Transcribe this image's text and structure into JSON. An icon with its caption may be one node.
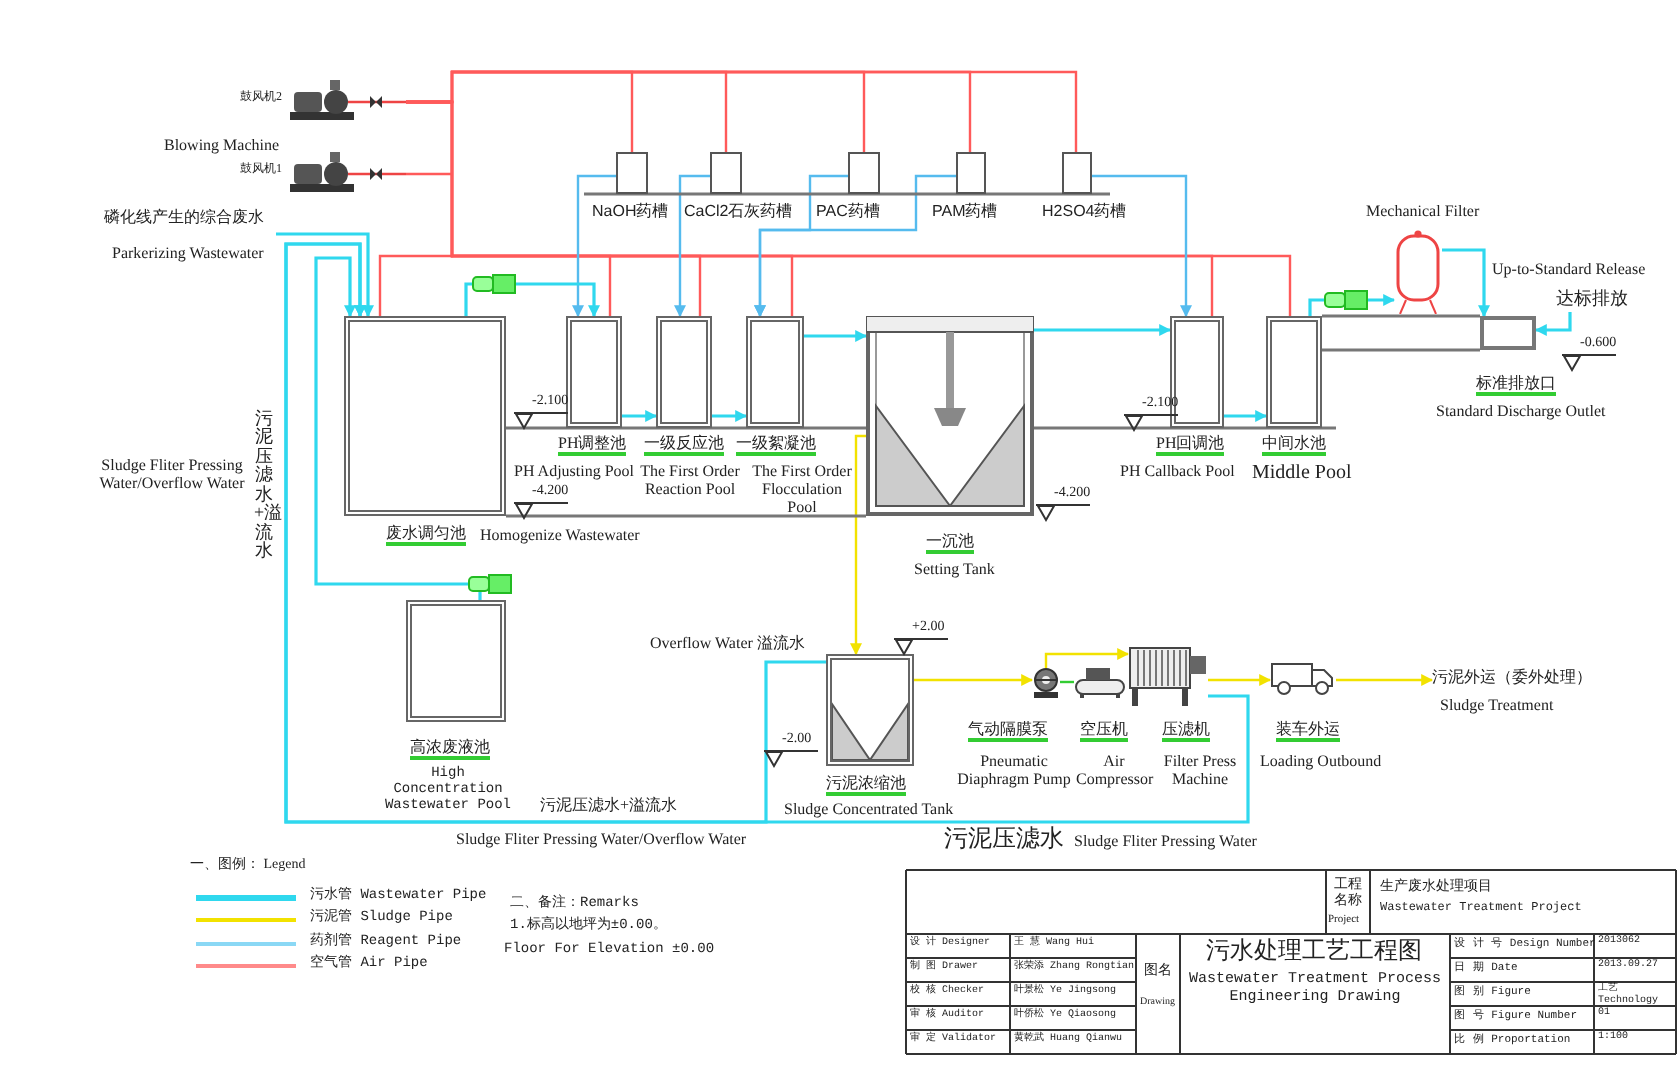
{
  "diagram": {
    "nodes": [
      {
        "text": [],
        "shape": "picture",
        "beside": [
          "Blowing Machine",
          "鼓风机2",
          "鼓风机1"
        ]
      },
      {
        "text": [],
        "shape": "box",
        "beside": [
          "NaOH药槽"
        ]
      },
      {
        "text": [],
        "shape": "box",
        "beside": [
          "CaCl2石灰药槽"
        ]
      },
      {
        "text": [],
        "shape": "box",
        "beside": [
          "PAC药槽"
        ]
      },
      {
        "text": [],
        "shape": "box",
        "beside": [
          "PAM药槽"
        ]
      },
      {
        "text": [],
        "shape": "box",
        "beside": [
          "H2SO4药槽"
        ]
      },
      {
        "text": [],
        "shape": "box",
        "beside": [
          "废水调匀池",
          "Homogenize Wastewater"
        ]
      },
      {
        "text": [],
        "shape": "box",
        "beside": [
          "PH调整池",
          "PH Adjusting Pool"
        ]
      },
      {
        "text": [],
        "shape": "box",
        "beside": [
          "一级反应池",
          "The First Order Reaction Pool"
        ]
      },
      {
        "text": [],
        "shape": "box",
        "beside": [
          "一级絮凝池",
          "The First Order Flocculation Pool"
        ]
      },
      {
        "text": [],
        "shape": "picture",
        "beside": [
          "一沉池",
          "Setting Tank"
        ]
      },
      {
        "text": [],
        "shape": "box",
        "beside": [
          "PH回调池",
          "PH Callback Pool"
        ]
      },
      {
        "text": [],
        "shape": "box",
        "beside": [
          "中间水池",
          "Middle Pool"
        ]
      },
      {
        "text": [],
        "shape": "cylinder",
        "beside": [
          "Mechanical Filter"
        ]
      },
      {
        "text": [],
        "shape": "box",
        "beside": [
          "标准排放口",
          "Standard Discharge Outlet"
        ]
      },
      {
        "text": [],
        "shape": "box",
        "beside": [
          "高浓废液池",
          "High Concentration Wastewater Pool"
        ]
      },
      {
        "text": [],
        "shape": "box",
        "beside": [
          "污泥浓缩池",
          "Sludge Concentrated Tank"
        ]
      },
      {
        "text": [],
        "shape": "picture",
        "beside": [
          "气动隔膜泵",
          "Pneumatic Diaphragm Pump"
        ]
      },
      {
        "text": [],
        "shape": "picture",
        "beside": [
          "空压机",
          "Air Compressor"
        ]
      },
      {
        "text": [],
        "shape": "picture",
        "beside": [
          "压滤机",
          "Filter Press Machine"
        ]
      },
      {
        "text": [],
        "shape": "picture",
        "beside": [
          "装车外运",
          "Loading Outbound"
        ]
      },
      {
        "text": [
          "污泥外运（委外处理）",
          "Sludge Treatment"
        ]
      },
      {
        "text": [
          "磷化线产生的综合废水",
          "Parkerizing Wastewater"
        ]
      },
      {
        "text": [
          "Up-to-Standard Release",
          "达标排放"
        ]
      }
    ],
    "edges": [
      {
        "from": 22,
        "to": 6,
        "arrow": "to"
      },
      {
        "from": 0,
        "to": 1,
        "arrow": "none",
        "color": "#ff5a5a"
      },
      {
        "from": 0,
        "to": 2,
        "arrow": "none",
        "color": "#ff5a5a"
      },
      {
        "from": 0,
        "to": 3,
        "arrow": "none",
        "color": "#ff5a5a"
      },
      {
        "from": 0,
        "to": 4,
        "arrow": "none",
        "color": "#ff5a5a"
      },
      {
        "from": 0,
        "to": 5,
        "arrow": "none",
        "color": "#ff5a5a"
      },
      {
        "from": 0,
        "to": 6,
        "arrow": "none",
        "color": "#ff5a5a"
      },
      {
        "from": 0,
        "to": 7,
        "arrow": "none",
        "color": "#ff5a5a"
      },
      {
        "from": 0,
        "to": 8,
        "arrow": "none",
        "color": "#ff5a5a"
      },
      {
        "from": 0,
        "to": 9,
        "arrow": "none",
        "color": "#ff5a5a"
      },
      {
        "from": 0,
        "to": 11,
        "arrow": "none",
        "color": "#ff5a5a"
      },
      {
        "from": 0,
        "to": 12,
        "arrow": "none",
        "color": "#ff5a5a"
      },
      {
        "from": 1,
        "to": 7,
        "arrow": "to",
        "color": "#55bbee"
      },
      {
        "from": 2,
        "to": 8,
        "arrow": "to",
        "color": "#55bbee"
      },
      {
        "from": 3,
        "to": 9,
        "arrow": "to",
        "color": "#55bbee"
      },
      {
        "from": 4,
        "to": 9,
        "arrow": "to",
        "color": "#55bbee"
      },
      {
        "from": 5,
        "to": 11,
        "arrow": "to",
        "color": "#55bbee"
      },
      {
        "from": 6,
        "to": 7,
        "arrow": "to"
      },
      {
        "from": 7,
        "to": 8,
        "arrow": "to"
      },
      {
        "from": 8,
        "to": 9,
        "arrow": "to"
      },
      {
        "from": 9,
        "to": 10,
        "arrow": "to"
      },
      {
        "from": 10,
        "to": 11,
        "arrow": "to"
      },
      {
        "from": 11,
        "to": 12,
        "arrow": "to"
      },
      {
        "from": 12,
        "to": 13,
        "arrow": "to"
      },
      {
        "from": 13,
        "to": 14,
        "arrow": "to"
      },
      {
        "from": 23,
        "to": 14,
        "arrow": "to"
      },
      {
        "from": 15,
        "to": 6,
        "arrow": "to"
      },
      {
        "from": 10,
        "to": 16,
        "arrow": "to",
        "color": "#f2e200"
      },
      {
        "from": 16,
        "to": 17,
        "arrow": "to",
        "color": "#f2e200"
      },
      {
        "from": 17,
        "to": 19,
        "arrow": "to",
        "color": "#f2e200"
      },
      {
        "from": 18,
        "to": 17,
        "arrow": "none",
        "color": "#33cc33"
      },
      {
        "from": 19,
        "to": 20,
        "arrow": "to",
        "color": "#f2e200"
      },
      {
        "from": 20,
        "to": 21,
        "arrow": "to",
        "color": "#f2e200"
      },
      {
        "from": 16,
        "to": 6,
        "arrow": "to"
      },
      {
        "from": 19,
        "to": 6,
        "arrow": "to",
        "label": "污泥压滤水"
      }
    ],
    "labels": [
      "-2.100",
      "-4.200",
      "-2.100",
      "-4.200",
      "-0.600",
      "Sludge Fliter Pressing Water/Overflow Water",
      "污泥压滤水+溢流水",
      "Overflow Water 溢流水",
      "+2.00",
      "-2.00",
      "污泥压滤水+溢流水",
      "Sludge Fliter Pressing Water/Overflow Water",
      "Sludge Fliter Pressing Water",
      "一、图例： Legend",
      "二、备注：Remarks",
      "1.标高以地坪为±0.00。",
      "Floor For Elevation ±0.00",
      "工程名称",
      "Project",
      "生产废水处理项目",
      "Wastewater Treatment Project",
      "设 计 Designer",
      "王 慧 Wang Hui",
      "制 图 Drawer",
      "张荣添 Zhang Rongtian",
      "校 核 Checker",
      "叶景松 Ye Jingsong",
      "审 核 Auditor",
      "叶侨松 Ye Qiaosong",
      "审 定 Validator",
      "黄乾武 Huang Qianwu",
      "图名",
      "Drawing",
      "污水处理工艺工程图",
      "Wastewater Treatment Process Engineering Drawing",
      "设 计 号 Design Number",
      "2013062",
      "日 期 Date",
      "2013.09.27",
      "图 别 Figure",
      "工艺 Technology",
      "图 号 Figure Number",
      "01",
      "比 例 Proportation",
      "1:100"
    ],
    "legend": [
      {
        "text": "污水管 Wastewater Pipe"
      },
      {
        "text": "污泥管 Sludge Pipe"
      },
      {
        "text": "药剂管 Reagent Pipe"
      },
      {
        "text": "空气管 Air Pipe"
      }
    ]
  }
}
